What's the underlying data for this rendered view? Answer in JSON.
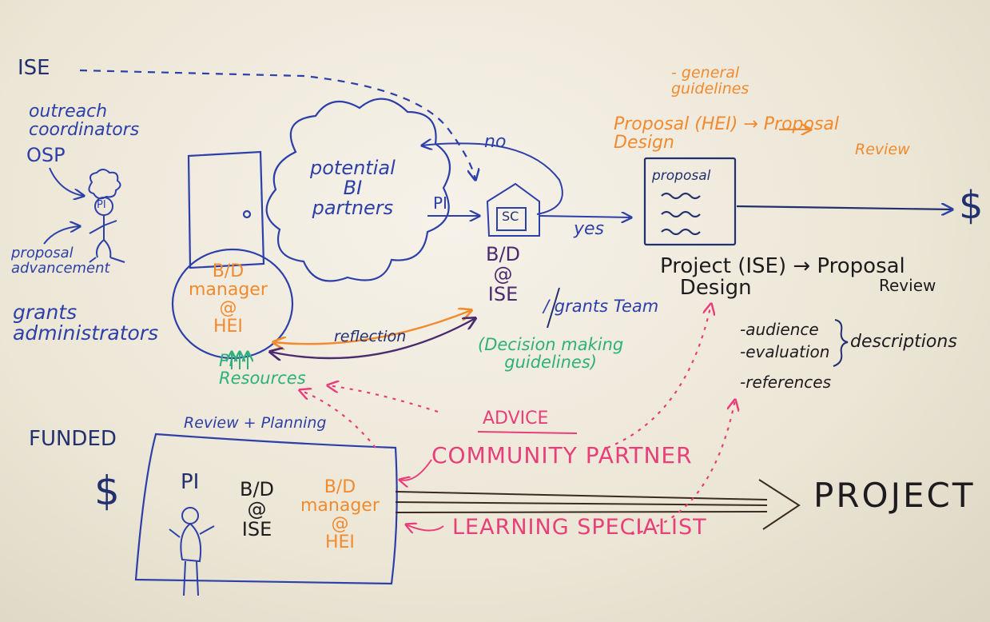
{
  "labels": {
    "ise_top": "ISE",
    "outreach": "outreach\ncoordinators",
    "osp": "OSP",
    "pi_head": "PI",
    "proposal_adv": "proposal\nadvancement",
    "grants_admin": "grants\nadministrators",
    "bid_manager_hei": "B/D\nmanager\n@\nHEI",
    "potential_partners": "potential\nBI\npartners",
    "pi_arrow": "PI",
    "sc": "SC",
    "no": "no",
    "yes": "yes",
    "bid_ise": "B/D\n@\nISE",
    "grants_team": "/ grants Team",
    "decision": "(Decision making\nguidelines)",
    "reflection": "reflection",
    "resources": "PI\nResources",
    "general_guidelines": "- general\nguidelines",
    "proposal_design": "Proposal (HEI) → Proposal\nDesign",
    "proposal_review_top": "Review",
    "proposal_doc": "proposal",
    "dollar_right": "$",
    "project_design": "Project (ISE) → Proposal\n   Design",
    "proposal_review_right": "Review",
    "audience": "-audience",
    "evaluation": "-evaluation",
    "references": "-references",
    "descriptions": "descriptions",
    "advice": "ADVICE",
    "funded": "FUNDED",
    "dollar_left": "$",
    "review_planning": "Review + Planning",
    "pi_box": "PI",
    "bid_ise_box": "B/D\n@\nISE",
    "bid_manager_box": "B/D\nmanager\n@\nHEI",
    "community_partner": "COMMUNITY PARTNER",
    "learning_specialist": "LEARNING SPECIALIST",
    "project": "PROJECT"
  },
  "colors": {
    "blue": "#2d3fa8",
    "navy": "#23306e",
    "orange": "#f28a2e",
    "purple": "#4b2a6e",
    "green": "#2fb07a",
    "pink": "#e83e7a",
    "black": "#1e1b1e"
  }
}
